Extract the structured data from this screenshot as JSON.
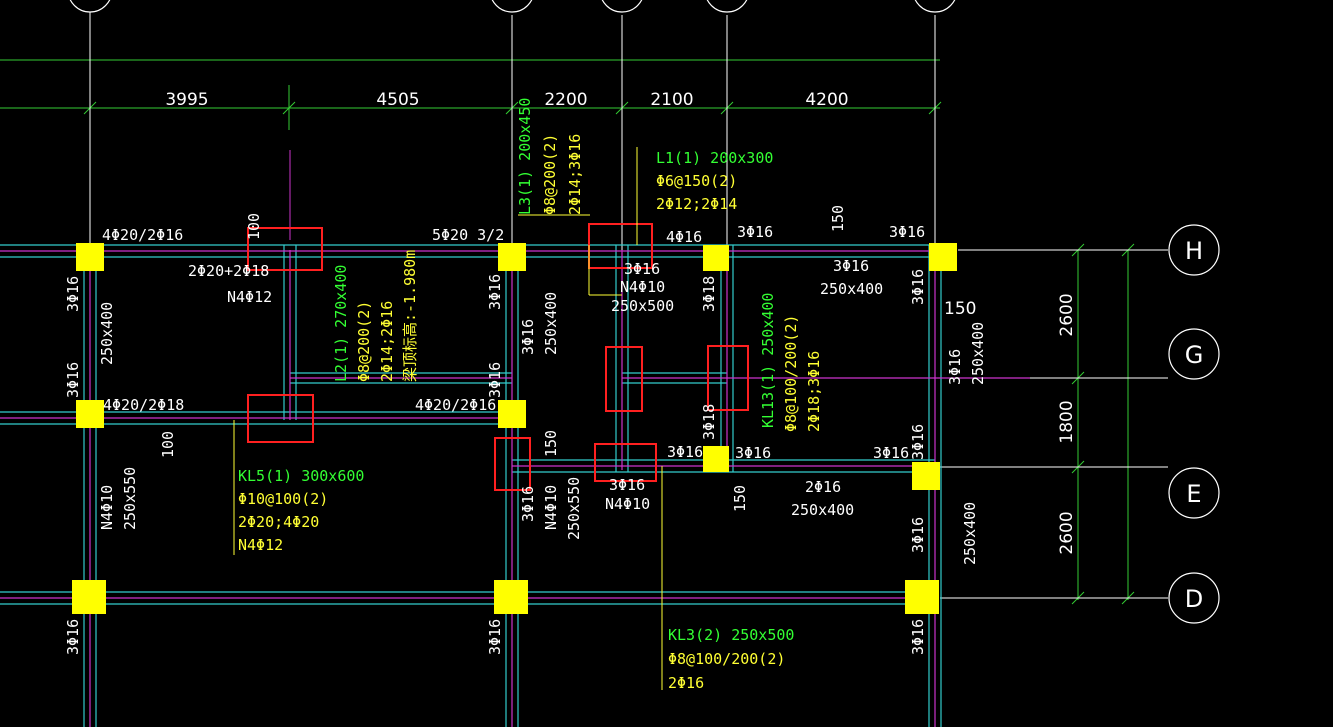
{
  "colors": {
    "background": "#000000",
    "dim_line": "#33cc33",
    "axis_line": "#ffffff",
    "beam_outline": "#33cccc",
    "beam_center": "#cc33cc",
    "column": "#ffff00",
    "label_yellow": "#ffff33",
    "label_green": "#33ff33",
    "text_white": "#ffffff",
    "highlight": "#ff2020"
  },
  "dimensions": {
    "horizontal": [
      "3995",
      "4505",
      "2200",
      "2100",
      "4200"
    ],
    "vertical": [
      "2600",
      "1800",
      "2600"
    ]
  },
  "grid_axes": [
    "H",
    "G",
    "E",
    "D"
  ],
  "beam_labels": {
    "kl5": [
      "KL5(1) 300x600",
      "Φ10@100(2)",
      "2Φ20;4Φ20",
      "N4Φ12"
    ],
    "kl3": [
      "KL3(2) 250x500",
      "Φ8@100/200(2)",
      "2Φ16"
    ],
    "kl13": [
      "KL13(1) 250x400",
      "Φ8@100/200(2)",
      "2Φ18;3Φ16"
    ],
    "l1": [
      "L1(1) 200x300",
      "Φ6@150(2)",
      "2Φ12;2Φ14"
    ],
    "l2": [
      "L2(1) 270x400",
      "Φ8@200(2)",
      "2Φ14;2Φ16",
      "梁顶标高:-1.980m"
    ],
    "l3": [
      "L3(1) 200x450",
      "Φ8@200(2)",
      "2Φ14;3Φ16"
    ]
  },
  "rebar_top": {
    "a": "4Φ20/2Φ16",
    "b": "5Φ20 3/2",
    "c": "4Φ16",
    "d": "3Φ16",
    "e": "3Φ16",
    "f": "4Φ20/2Φ18",
    "g": "4Φ20/2Φ16",
    "h": "3Φ16",
    "i": "3Φ16",
    "j": "3Φ16"
  },
  "rebar_bottom": {
    "a": "2Φ20+2Φ18",
    "b": "N4Φ12",
    "c": "3Φ16",
    "d": "N4Φ10",
    "e": "250x500",
    "f": "3Φ16",
    "g": "250x400",
    "h": "3Φ16",
    "i": "N4Φ10",
    "j": "2Φ16",
    "k": "250x400"
  },
  "vertical_labels": {
    "c1": "3Φ16",
    "c1b": "250x400",
    "c1c": "3Φ16",
    "c1d": "N4Φ10",
    "c1e": "250x550",
    "c1f": "3Φ16",
    "c2": "3Φ16",
    "c2b": "3Φ16",
    "c2c": "250x400",
    "c2d": "3Φ16",
    "c2e": "3Φ16",
    "c2f": "N4Φ10",
    "c2g": "250x550",
    "c2h": "3Φ16",
    "c3": "3Φ18",
    "c3b": "3Φ18",
    "c4": "3Φ16",
    "c4b": "3Φ16",
    "c4c": "250x400",
    "c4d": "3Φ16",
    "c4e": "3Φ16",
    "c4f": "250x400",
    "c4g": "3Φ16",
    "dim100a": "100",
    "dim100b": "100",
    "dim150a": "150",
    "dim150b": "150",
    "dim150c": "150",
    "dim150d": "150"
  }
}
